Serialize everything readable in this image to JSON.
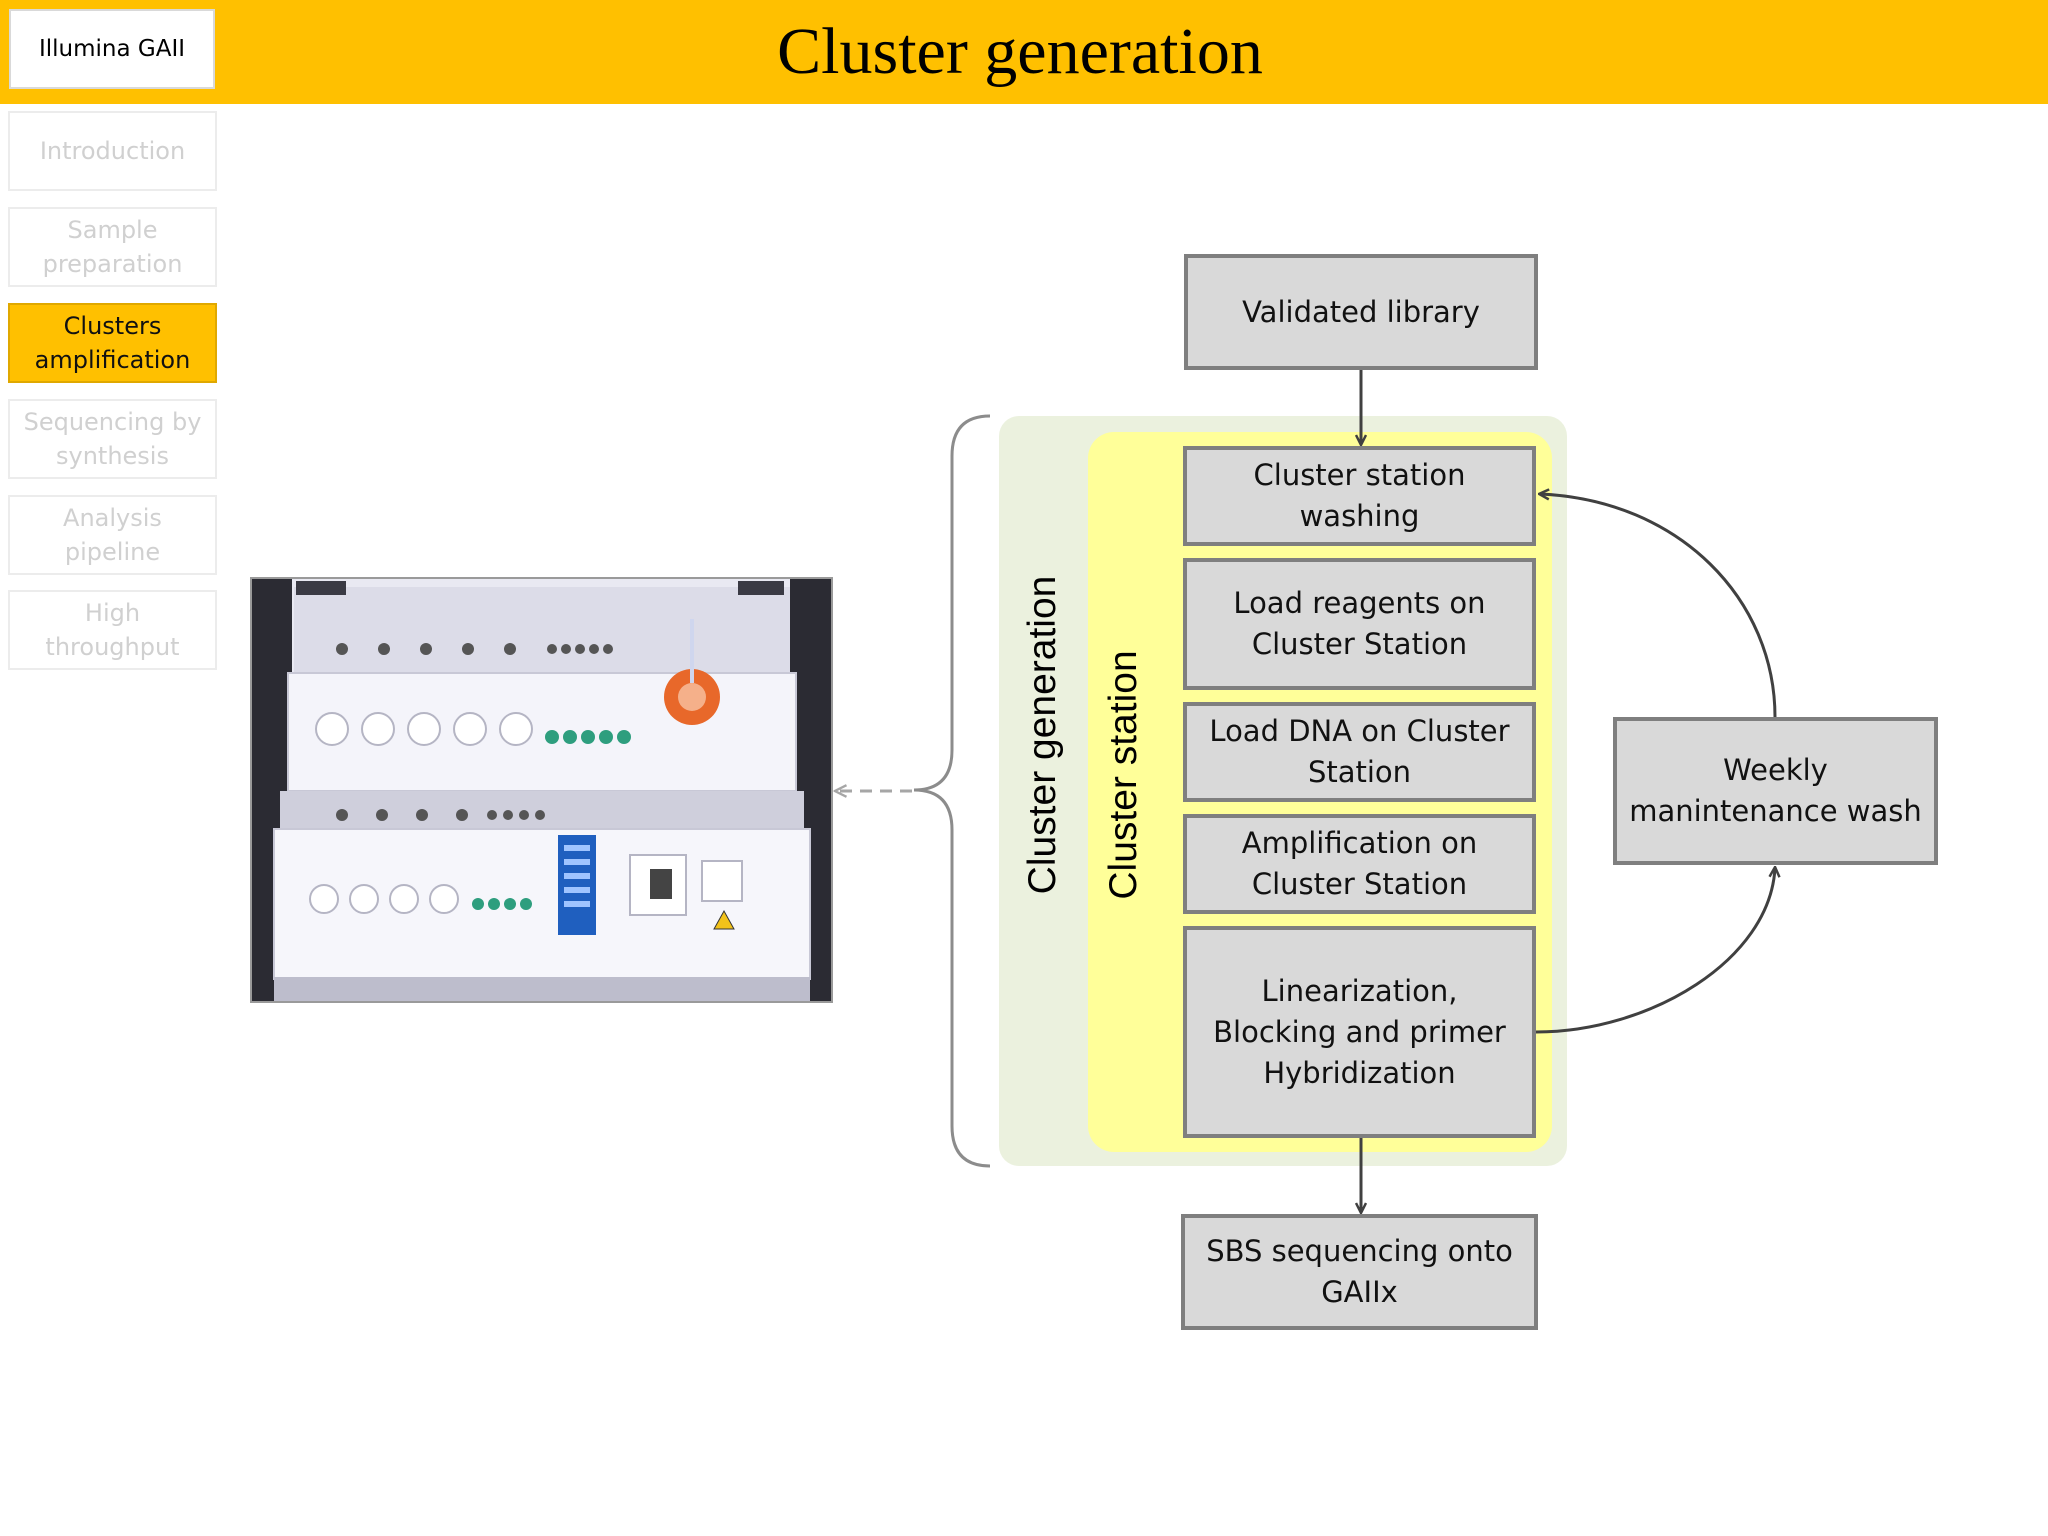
{
  "header": {
    "logo": "Illumina GAII",
    "title": "Cluster generation"
  },
  "nav": [
    {
      "label": "Introduction",
      "active": false
    },
    {
      "label": "Sample preparation",
      "active": false
    },
    {
      "label": "Clusters amplification",
      "active": true
    },
    {
      "label": "Sequencing by synthesis",
      "active": false
    },
    {
      "label": "Analysis pipeline",
      "active": false
    },
    {
      "label": "High throughput",
      "active": false
    }
  ],
  "diagram": {
    "group_outer": "Cluster generation",
    "group_inner": "Cluster station",
    "steps": {
      "validated": "Validated library",
      "washing": "Cluster station washing",
      "load_reagents": "Load reagents on Cluster Station",
      "load_dna": "Load  DNA on Cluster Station",
      "amplification": "Amplification on Cluster Station",
      "linearization": "Linearization, Blocking and primer Hybridization",
      "sbs": "SBS sequencing onto GAIIx",
      "weekly": "Weekly manintenance wash"
    }
  },
  "colors": {
    "header": "#FFC000",
    "active_nav": "#FFC000",
    "outer_group": "#EBF1DE",
    "inner_group": "#FFFF99",
    "step_fill": "#D9D9D9",
    "step_border": "#7F7F7F",
    "arrow": "#404040"
  }
}
